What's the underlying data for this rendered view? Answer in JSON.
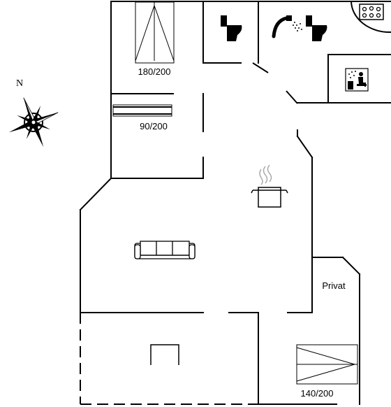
{
  "compass": {
    "north_label": "N"
  },
  "rooms": {
    "bed_double_top": "180/200",
    "bed_single": "90/200",
    "bed_double_bottom": "140/200",
    "private_room": "Privat"
  },
  "icons": [
    "toilet-icon",
    "shower-icon",
    "whirlpool-icon",
    "sauna-icon",
    "cooking-pot-icon",
    "sofa-icon",
    "compass-rose-icon"
  ]
}
